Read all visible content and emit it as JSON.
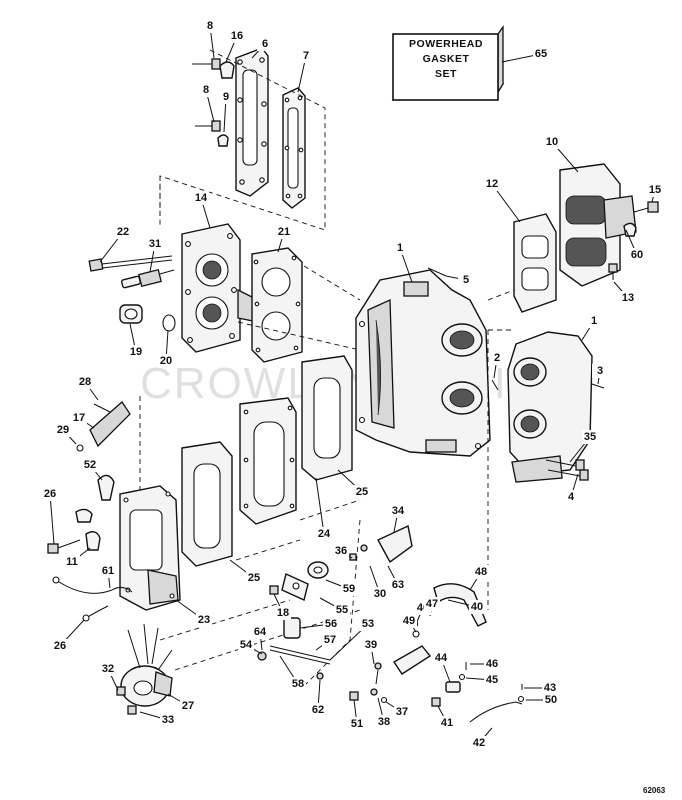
{
  "box_label": [
    "POWERHEAD",
    "GASKET",
    "SET"
  ],
  "watermark": "CROWLEY MARINE",
  "figure_number": "62063",
  "callouts": [
    "1",
    "1",
    "2",
    "3",
    "4",
    "5",
    "6",
    "7",
    "8",
    "8",
    "9",
    "10",
    "11",
    "12",
    "13",
    "14",
    "15",
    "16",
    "17",
    "18",
    "19",
    "20",
    "21",
    "22",
    "23",
    "24",
    "25",
    "25",
    "26",
    "26",
    "27",
    "28",
    "29",
    "30",
    "31",
    "32",
    "33",
    "34",
    "35",
    "36",
    "37",
    "38",
    "39",
    "40",
    "40",
    "41",
    "42",
    "43",
    "44",
    "45",
    "46",
    "47",
    "48",
    "49",
    "50",
    "51",
    "52",
    "53",
    "54",
    "55",
    "56",
    "57",
    "58",
    "59",
    "60",
    "61",
    "62",
    "63",
    "64",
    "65"
  ]
}
